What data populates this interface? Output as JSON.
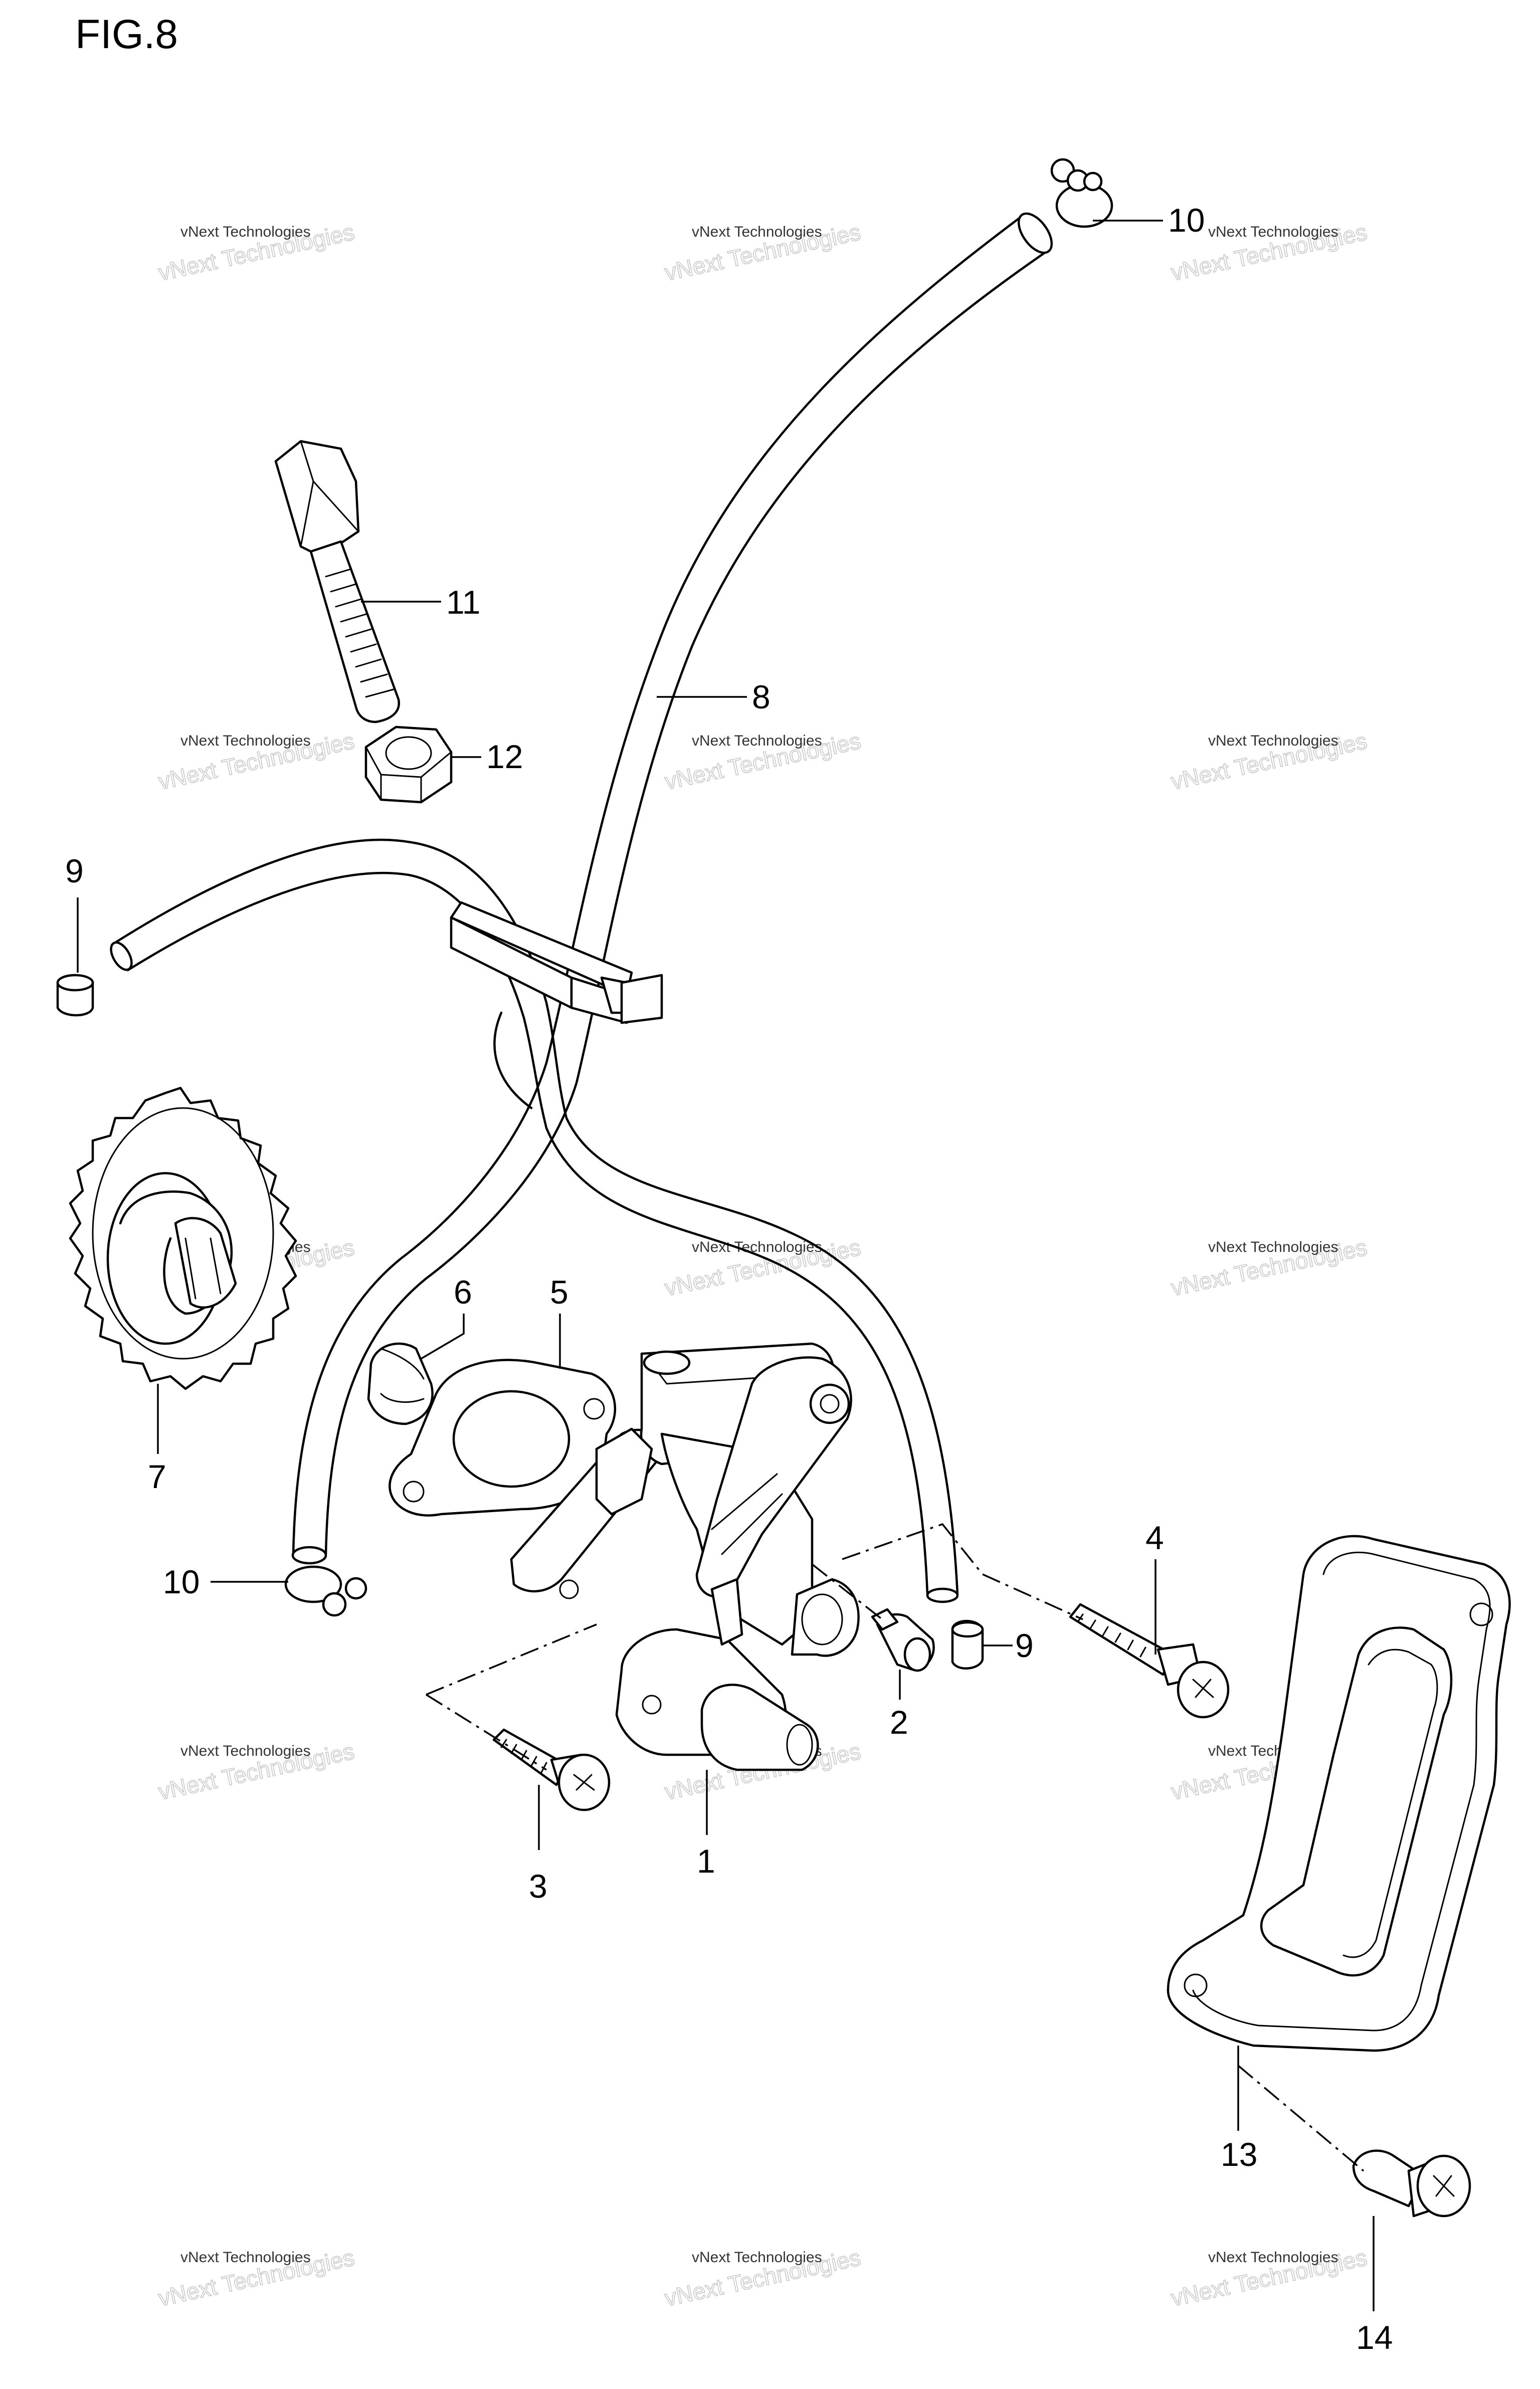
{
  "figure": {
    "title": "FIG.8"
  },
  "callouts": {
    "c1": "1",
    "c2": "2",
    "c3": "3",
    "c4": "4",
    "c5": "5",
    "c6": "6",
    "c7": "7",
    "c8": "8",
    "c9a": "9",
    "c9b": "9",
    "c10a": "10",
    "c10b": "10",
    "c11": "11",
    "c12": "12",
    "c13": "13",
    "c14": "14"
  },
  "watermark": {
    "small": "vNext Technologies",
    "large": "vNext Technologies"
  }
}
